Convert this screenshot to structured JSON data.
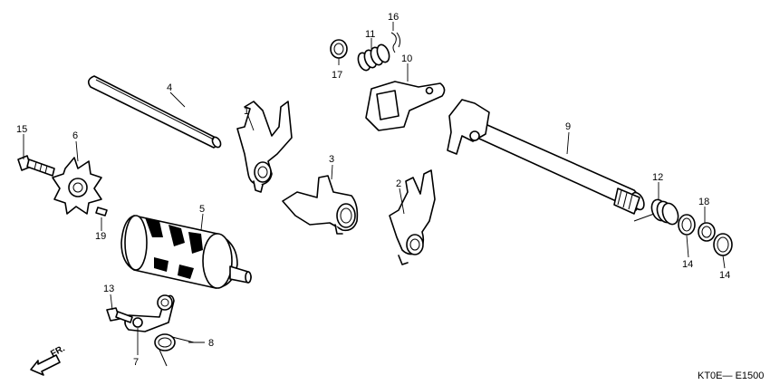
{
  "callouts": {
    "c1": "1",
    "c2": "2",
    "c3": "3",
    "c4": "4",
    "c5": "5",
    "c6": "6",
    "c7": "7",
    "c8": "8",
    "c9": "9",
    "c10": "10",
    "c11": "11",
    "c12": "12",
    "c13": "13",
    "c14a": "14",
    "c14b": "14",
    "c15": "15",
    "c16": "16",
    "c17": "17",
    "c18": "18",
    "c19": "19"
  },
  "front_marker": "FR.",
  "diagram_code": "KT0E— E1500"
}
